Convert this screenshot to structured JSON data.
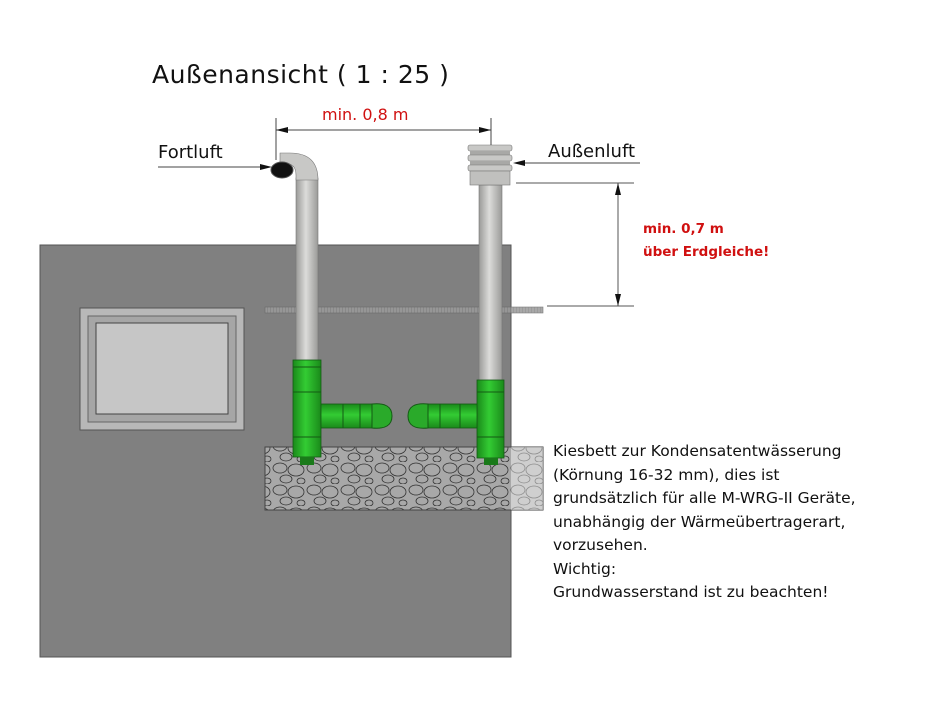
{
  "title": "Außenansicht ( 1 : 25 )",
  "dimensions": {
    "pipe_spacing": "min. 0,8 m",
    "height_line1": "min. 0,7 m",
    "height_line2": "über Erdgleiche!"
  },
  "labels": {
    "exhaust": "Fortluft",
    "intake": "Außenluft"
  },
  "note": {
    "lines": [
      "Kiesbett zur Kondensatentwässerung",
      "(Körnung 16-32 mm), dies ist",
      "grundsätzlich für alle M-WRG-II Geräte,",
      "unabhängig der Wärmeübertragerart,",
      "vorzusehen.",
      "Wichtig:",
      "Grundwasserstand ist zu beachten!"
    ]
  },
  "colors": {
    "wall": "#808080",
    "pipe": "#c4c4c0",
    "fitting": "#22b022",
    "dimension_text": "#d01010"
  }
}
